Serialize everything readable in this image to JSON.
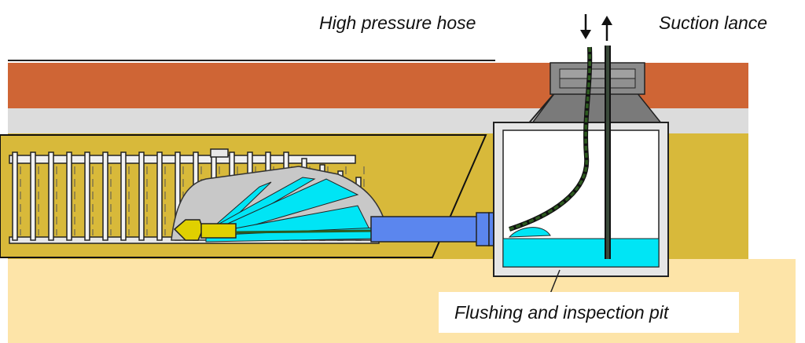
{
  "labels": {
    "high_pressure_hose": "High pressure hose",
    "suction_lance": "Suction lance",
    "pit": "Flushing and inspection pit"
  },
  "colors": {
    "asphalt": "#cf6535",
    "base_layer": "#dcdcdc",
    "gravel": "#d8b93a",
    "sand": "#fde4a8",
    "water": "#00e5f5",
    "nozzle": "#e0d000",
    "hose": "#2d5a1f",
    "pipe": "#5b86ee",
    "sediment": "#c8c8c8"
  }
}
